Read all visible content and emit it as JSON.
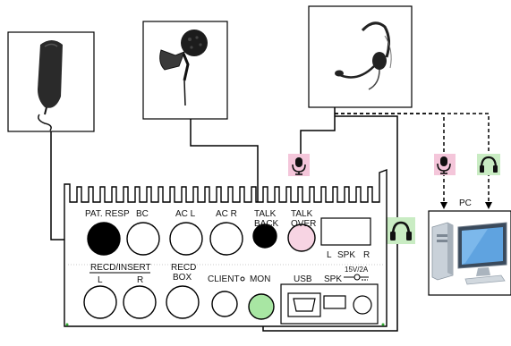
{
  "panel": {
    "top_labels": {
      "pat_resp": "PAT. RESP",
      "bc": "BC",
      "ac_l": "AC L",
      "ac_r": "AC R",
      "talk_back_1": "TALK",
      "talk_back_2": "BACK",
      "talk_over_1": "TALK",
      "talk_over_2": "OVER",
      "spk_l": "L",
      "spk": "SPK",
      "spk_r": "R"
    },
    "bottom_labels": {
      "recd_insert": "RECD/INSERT",
      "recd_l": "L",
      "recd_r": "R",
      "recd_box_1": "RECD",
      "recd_box_2": "BOX",
      "client": "CLIENT",
      "mon": "MON",
      "usb": "USB",
      "spk": "SPK",
      "power": "15V/2A"
    }
  },
  "pc": {
    "label": "PC"
  },
  "colors": {
    "mic_badge": "#f4c6da",
    "headphone_badge": "#c9ecc3",
    "talk_over_jack": "#f7d4e3",
    "mon_jack": "#a8e6a3",
    "headphone_icon": "#1f8a3a",
    "line": "#000000"
  },
  "icons": [
    "handheld-mic-icon",
    "lavalier-mic-icon",
    "headset-icon",
    "microphone-icon",
    "headphone-icon",
    "computer-icon"
  ]
}
